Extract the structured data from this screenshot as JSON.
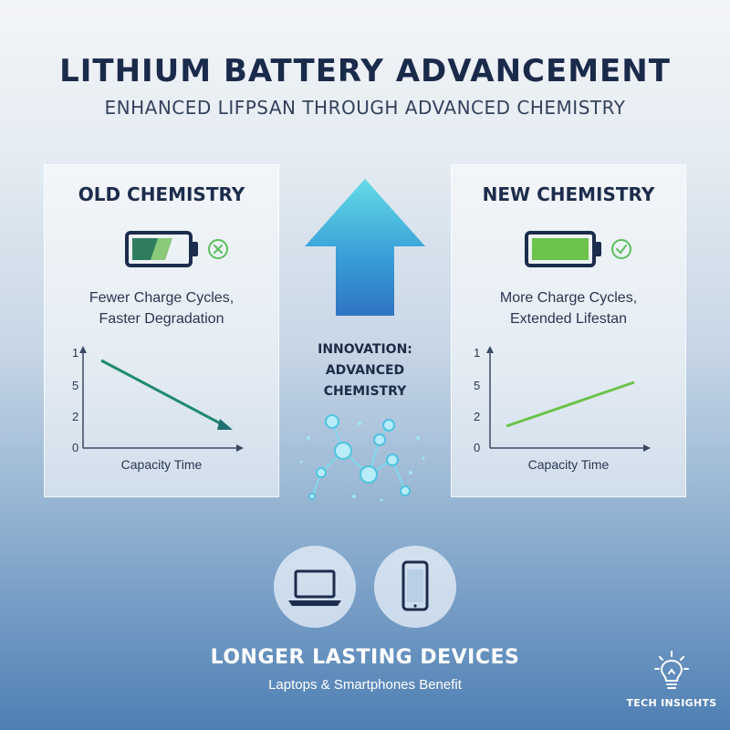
{
  "header": {
    "title": "LITHIUM BATTERY ADVANCEMENT",
    "subtitle": "ENHANCED LIFPSAN THROUGH ADVANCED CHEMISTRY"
  },
  "old_panel": {
    "title": "OLD CHEMISTRY",
    "description_line1": "Fewer Charge Cycles,",
    "description_line2": "Faster Degradation",
    "graph_label": "Capacity Time",
    "y_ticks": [
      "1",
      "5",
      "2",
      "0"
    ],
    "status_icon": "cross-circle-icon",
    "trend": "decreasing",
    "colors": {
      "battery": "#2e7d5e",
      "trend_line": "#1f8a6f",
      "status": "#5bbf5b"
    }
  },
  "new_panel": {
    "title": "NEW CHEMISTRY",
    "description_line1": "More Charge Cycles,",
    "description_line2": "Extended Lifestan",
    "graph_label": "Capacity Time",
    "y_ticks": [
      "1",
      "5",
      "2",
      "0"
    ],
    "status_icon": "check-circle-icon",
    "trend": "increasing",
    "colors": {
      "battery": "#6cc24a",
      "trend_line": "#6cc24a",
      "status": "#5bbf5b"
    }
  },
  "center": {
    "innovation_line1": "INNOVATION:",
    "innovation_line2": "ADVANCED",
    "innovation_line3": "CHEMISTRY",
    "arrow_icon": "up-arrow-icon",
    "molecule_icon": "molecule-icon"
  },
  "footer": {
    "title": "LONGER LASTING DEVICES",
    "subtitle": "Laptops & Smartphones Benefit",
    "device_icons": [
      "laptop-icon",
      "smartphone-icon"
    ]
  },
  "brand": {
    "label": "TECH INSIGHTS",
    "icon": "lightbulb-icon"
  }
}
